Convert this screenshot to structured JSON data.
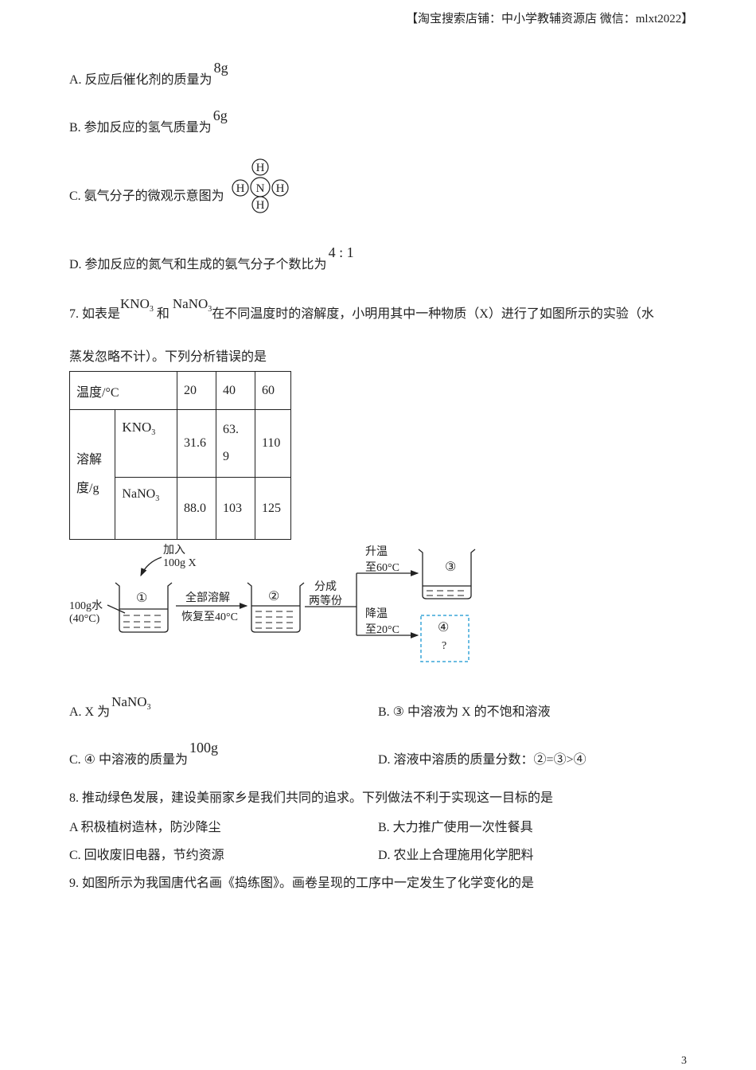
{
  "header": {
    "text": "【淘宝搜索店铺：中小学教辅资源店  微信：mlxt2022】"
  },
  "q6_options": {
    "A": {
      "label": "A. 反应后催化剂的质量为",
      "value": "8g"
    },
    "B": {
      "label": "B. 参加反应的氢气质量为",
      "value": "6g"
    },
    "C": {
      "label": "C. 氨气分子的微观示意图为",
      "molecule": {
        "center": "N",
        "outer": [
          "H",
          "H",
          "H",
          "H"
        ]
      }
    },
    "D": {
      "label": "D. 参加反应的氮气和生成的氨气分子个数比为",
      "value": "4 : 1"
    }
  },
  "q7": {
    "number": "7.",
    "stem_part1": "如表是",
    "formula1": "KNO",
    "formula1_sub": "3",
    "stem_and": "和",
    "formula2": "NaNO",
    "formula2_sub": "3",
    "stem_part2": "在不同温度时的溶解度，小明用其中一种物质（X）进行了如图所示的实验（水",
    "stem_line2": "蒸发忽略不计）。下列分析错误的是",
    "table": {
      "header_label": "温度/°C",
      "temps": [
        "20",
        "40",
        "60"
      ],
      "row_group_label_1": "溶解",
      "row_group_label_2": "度/g",
      "rows": [
        {
          "name": "KNO",
          "sub": "3",
          "values": [
            "31.6",
            "63.",
            "110"
          ],
          "value2_wrap": "9"
        },
        {
          "name": "NaNO",
          "sub": "3",
          "values": [
            "88.0",
            "103",
            "125"
          ]
        }
      ]
    },
    "diagram": {
      "add_label_1": "加入",
      "add_label_2": "100g X",
      "water_label_1": "100g水",
      "water_label_2": "(40°C)",
      "beaker1": "①",
      "step1_top": "全部溶解",
      "step1_bottom": "恢复至40°C",
      "beaker2": "②",
      "split_1": "分成",
      "split_2": "两等份",
      "heat_1": "升温",
      "heat_2": "至60°C",
      "beaker3": "③",
      "cool_1": "降温",
      "cool_2": "至20°C",
      "beaker4": "④",
      "beaker4_q": "?"
    },
    "options": {
      "A": {
        "label": "A. X 为",
        "formula": "NaNO",
        "sub": "3"
      },
      "B": {
        "label": "B. ③ 中溶液为 X 的不饱和溶液"
      },
      "C": {
        "label": "C. ④ 中溶液的质量为",
        "value": "100g"
      },
      "D": {
        "label": "D. 溶液中溶质的质量分数：②=③>④"
      }
    }
  },
  "q8": {
    "stem": "8. 推动绿色发展，建设美丽家乡是我们共同的追求。下列做法不利于实现这一目标的是",
    "options": {
      "A": "A  积极植树造林，防沙降尘",
      "B": "B. 大力推广使用一次性餐具",
      "C": "C. 回收废旧电器，节约资源",
      "D": "D. 农业上合理施用化学肥料"
    }
  },
  "q9": {
    "stem": "9. 如图所示为我国唐代名画《捣练图》。画卷呈现的工序中一定发生了化学变化的是"
  },
  "page": {
    "number": "3"
  }
}
